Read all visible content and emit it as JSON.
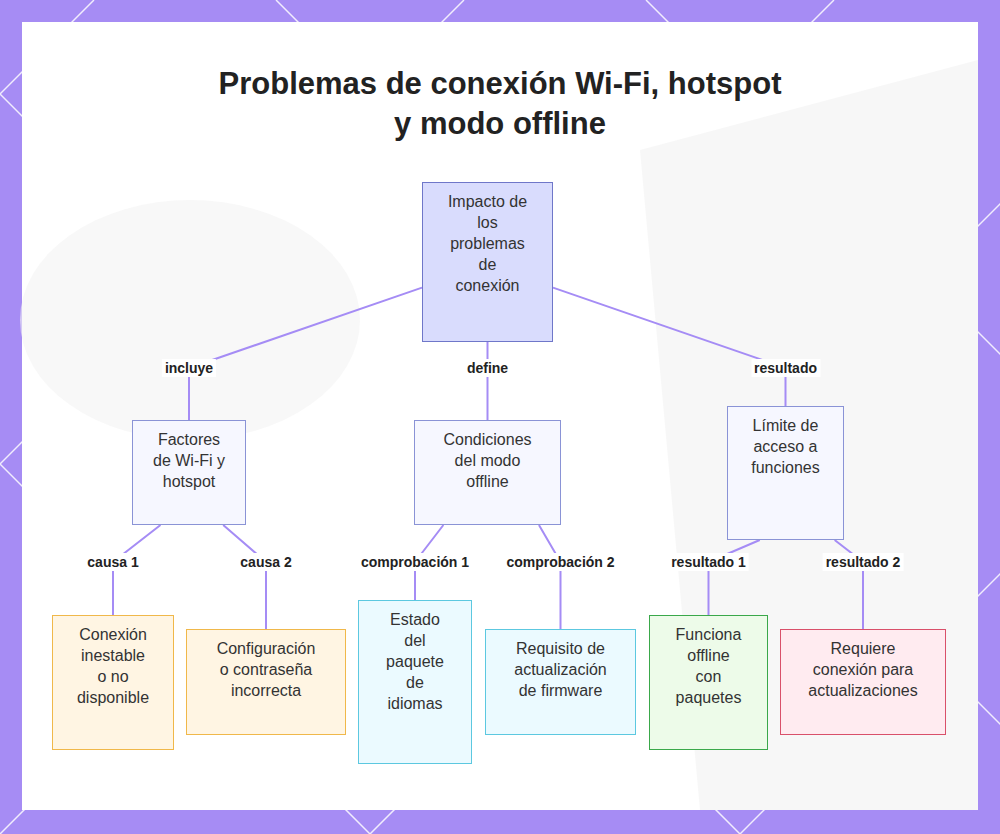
{
  "diagram": {
    "title": "Problemas de conexión Wi-Fi, hotspot y modo offline",
    "nodes": [
      {
        "text": [
          "Impacto de los problemas de conexión"
        ]
      },
      {
        "text": [
          "Factores de Wi-Fi y hotspot"
        ]
      },
      {
        "text": [
          "Condiciones del modo offline"
        ]
      },
      {
        "text": [
          "Límite de acceso a funciones"
        ]
      },
      {
        "text": [
          "Conexión inestable o no disponible"
        ]
      },
      {
        "text": [
          "Configuración o contraseña incorrecta"
        ]
      },
      {
        "text": [
          "Estado del paquete de idiomas"
        ]
      },
      {
        "text": [
          "Requisito de actualización de firmware"
        ]
      },
      {
        "text": [
          "Funciona offline con paquetes"
        ]
      },
      {
        "text": [
          "Requiere conexión para actualizaciones"
        ]
      }
    ],
    "edges": [
      {
        "from": 0,
        "to": 1,
        "label": "incluye",
        "arrow": "none"
      },
      {
        "from": 0,
        "to": 2,
        "label": "define",
        "arrow": "none"
      },
      {
        "from": 0,
        "to": 3,
        "label": "resultado",
        "arrow": "none"
      },
      {
        "from": 1,
        "to": 4,
        "label": "causa 1",
        "arrow": "none"
      },
      {
        "from": 1,
        "to": 5,
        "label": "causa 2",
        "arrow": "none"
      },
      {
        "from": 2,
        "to": 6,
        "label": "comprobación 1",
        "arrow": "none"
      },
      {
        "from": 2,
        "to": 7,
        "label": "comprobación 2",
        "arrow": "none"
      },
      {
        "from": 3,
        "to": 8,
        "label": "resultado 1",
        "arrow": "none"
      },
      {
        "from": 3,
        "to": 9,
        "label": "resultado 2",
        "arrow": "none"
      }
    ]
  }
}
